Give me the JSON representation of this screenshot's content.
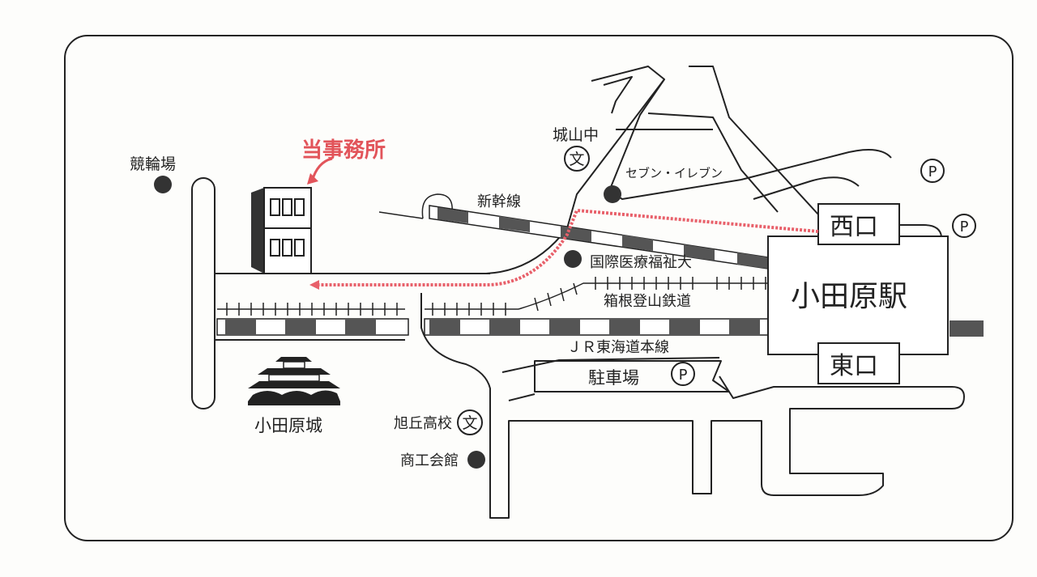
{
  "colors": {
    "ink": "#222222",
    "accent": "#e2545a",
    "paper": "#fdfdfb",
    "route": "#e8606a"
  },
  "office": {
    "label": "当事務所",
    "icon": "office-building-icon"
  },
  "labels": {
    "keirinjo": "競輪場",
    "shiroyama_chu": "城山中",
    "seven_eleven": "セブン・イレブン",
    "shinkansen": "新幹線",
    "univ": "国際医療福祉大",
    "hakone": "箱根登山鉄道",
    "jr": "ＪＲ東海道本線",
    "parking": "駐車場",
    "castle": "小田原城",
    "asahioka": "旭丘高校",
    "shoko": "商工会館",
    "station": "小田原駅",
    "west_exit": "西口",
    "east_exit": "東口"
  },
  "symbols": {
    "school": "文",
    "parking": "P"
  }
}
